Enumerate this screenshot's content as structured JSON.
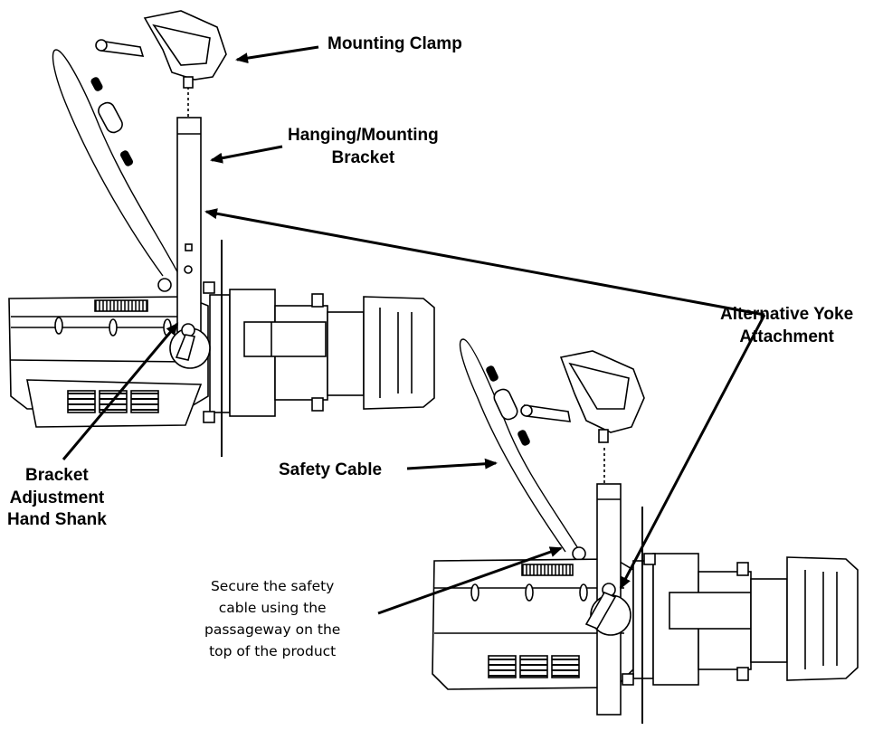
{
  "labels": {
    "mounting_clamp": "Mounting Clamp",
    "hanging_bracket": [
      "Hanging/Mounting",
      "Bracket"
    ],
    "alt_yoke": [
      "Alternative Yoke",
      "Attachment"
    ],
    "bracket_adjust": [
      "Bracket",
      "Adjustment",
      "Hand Shank"
    ],
    "safety_cable": "Safety Cable",
    "secure_note": [
      "Secure the safety",
      "cable using the",
      "passageway on the",
      "top of the product"
    ]
  }
}
